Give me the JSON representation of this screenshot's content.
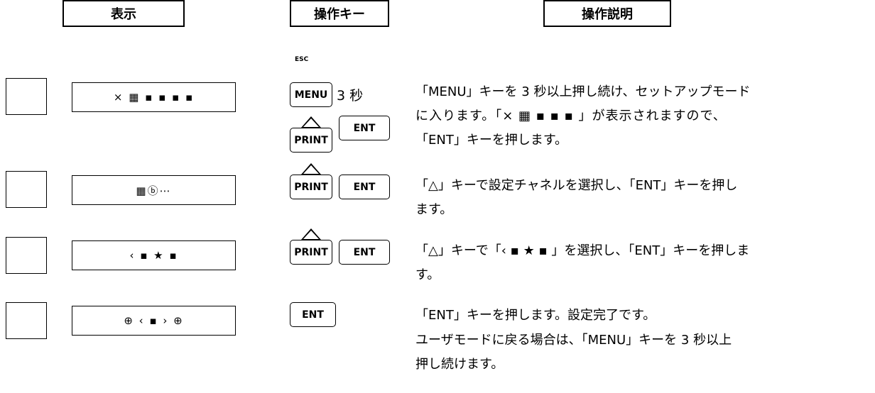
{
  "headers": {
    "display": "表示",
    "keys": "操作キー",
    "description": "操作説明"
  },
  "rows": [
    {
      "display": "× ▦ ▪ ▪ ▪ ▪",
      "desc": [
        "「MENU」キーを 3 秒以上押し続け、セットアップモード",
        "に入ります。「× ▦ ▪ ▪ ▪ 」が表示されますので、",
        "「ENT」キーを押します。"
      ]
    },
    {
      "display": "▦ⓑ⋯",
      "desc": [
        "「△」キーで設定チャネルを選択し、「ENT」キーを押し",
        "ます。"
      ]
    },
    {
      "display": "‹ ▪ ★ ▪",
      "desc": [
        "「△」キーで「‹ ▪ ★ ▪ 」を選択し、「ENT」キーを押しま",
        "す。"
      ]
    },
    {
      "display": "⊕ ‹ ▪ › ⊕",
      "desc": [
        "「ENT」キーを押します。設定完了です。",
        "ユーザモードに戻る場合は、「MENU」キーを 3 秒以上",
        "押し続けます。"
      ]
    }
  ],
  "keys": {
    "esc": "ESC",
    "menu": "MENU",
    "three_sec": "3 秒",
    "print": "PRINT",
    "ent": "ENT"
  }
}
